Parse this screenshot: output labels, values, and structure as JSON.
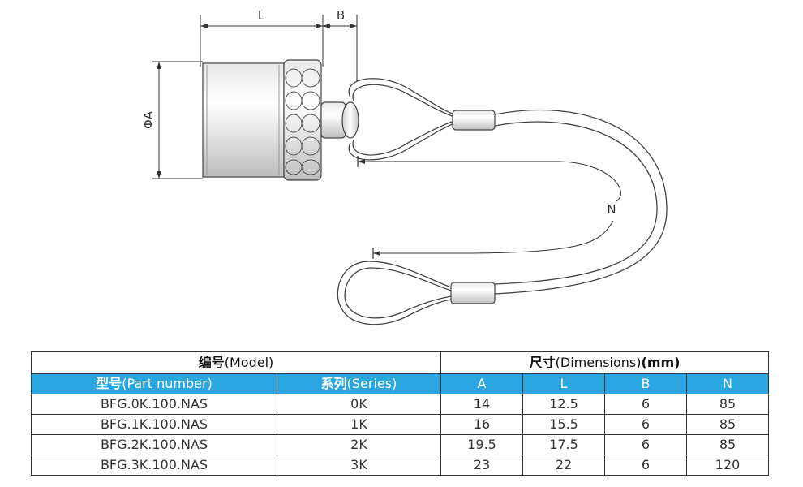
{
  "drawing": {
    "dim_L": "L",
    "dim_B": "B",
    "dim_A": "ΦA",
    "dim_N": "N"
  },
  "table": {
    "group_model": {
      "cjk": "编号",
      "latin": "(Model)"
    },
    "group_dimensions": {
      "cjk": "尺寸",
      "latin": "(Dimensions)",
      "unit": "(mm)"
    },
    "columns": [
      {
        "cjk": "型号",
        "latin": "(Part number)"
      },
      {
        "cjk": "系列",
        "latin": "(Series)"
      },
      {
        "cjk": "",
        "latin": "A"
      },
      {
        "cjk": "",
        "latin": "L"
      },
      {
        "cjk": "",
        "latin": "B"
      },
      {
        "cjk": "",
        "latin": "N"
      }
    ],
    "rows": [
      [
        "BFG.0K.100.NAS",
        "0K",
        "14",
        "12.5",
        "6",
        "85"
      ],
      [
        "BFG.1K.100.NAS",
        "1K",
        "16",
        "15.5",
        "6",
        "85"
      ],
      [
        "BFG.2K.100.NAS",
        "2K",
        "19.5",
        "17.5",
        "6",
        "85"
      ],
      [
        "BFG.3K.100.NAS",
        "3K",
        "23",
        "22",
        "6",
        "120"
      ]
    ]
  }
}
